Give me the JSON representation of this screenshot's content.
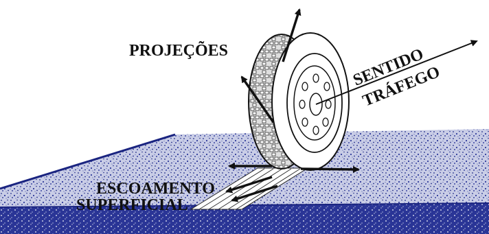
{
  "labels": {
    "projecoes": "PROJEÇÕES",
    "sentido": "SENTIDO",
    "trafego": "TRÁFEGO",
    "escoamento": "ESCOAMENTO",
    "superficial": "SUPERFICIAL"
  },
  "colors": {
    "pavement_top": "#8f97c6",
    "pavement_side": "#1f2a8c",
    "tire_tread": "#d7d7d7",
    "ink": "#111111"
  }
}
